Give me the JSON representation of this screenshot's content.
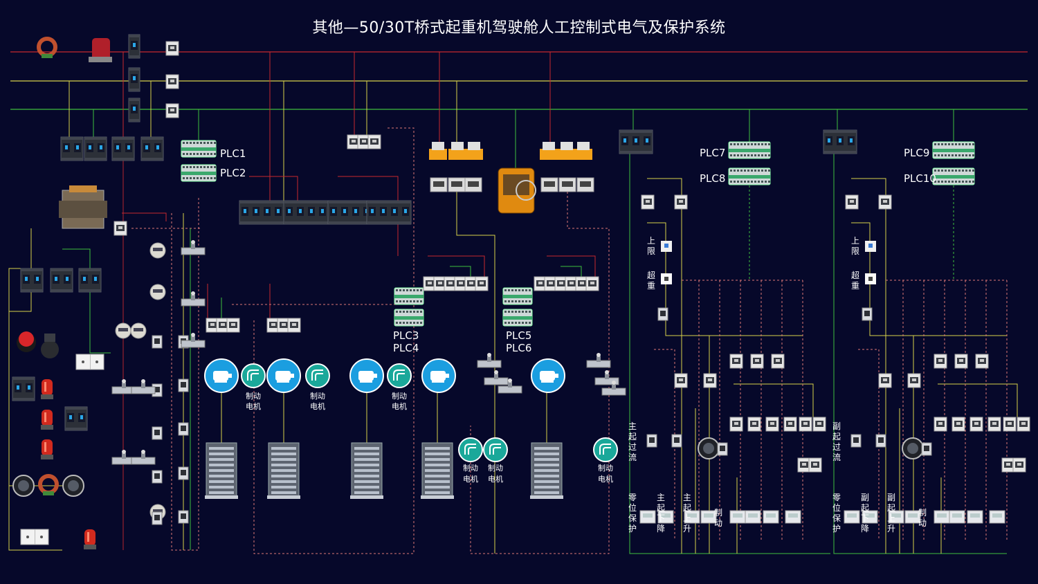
{
  "title": "其他—50/30T桥式起重机驾驶舱人工控制式电气及保护系统",
  "colors": {
    "background": "#06082a",
    "bus_red": "#c8282e",
    "bus_yellow": "#d8d24a",
    "bus_green": "#3fbf3f",
    "motor": "#1b9ee0",
    "brake": "#1aa89a"
  },
  "plc_labels": [
    "PLC1",
    "PLC2",
    "PLC3",
    "PLC4",
    "PLC5",
    "PLC6",
    "PLC7",
    "PLC8",
    "PLC9",
    "PLC10"
  ],
  "brake_label": [
    "制动",
    "电机"
  ],
  "main_hoist": {
    "upper_limit": [
      "上",
      "限"
    ],
    "overload": [
      "超",
      "重"
    ],
    "overcurrent": [
      "主",
      "起",
      "过",
      "流"
    ],
    "zero_protect": [
      "零",
      "位",
      "保",
      "护"
    ],
    "hoist_down": [
      "主",
      "起",
      "下",
      "降"
    ],
    "hoist_up": [
      "主",
      "起",
      "上",
      "升"
    ],
    "brake": [
      "制",
      "动"
    ]
  },
  "aux_hoist": {
    "upper_limit": [
      "上",
      "限"
    ],
    "overload": [
      "超",
      "重"
    ],
    "overcurrent": [
      "副",
      "起",
      "过",
      "流"
    ],
    "zero_protect": [
      "零",
      "位",
      "保",
      "护"
    ],
    "hoist_down": [
      "副",
      "起",
      "下",
      "降"
    ],
    "hoist_up": [
      "副",
      "起",
      "上",
      "升"
    ],
    "brake": [
      "制",
      "动"
    ]
  },
  "icons": [
    "current-transformer-icon",
    "voltage-transformer-icon",
    "circuit-breaker-icon",
    "contactor-icon",
    "plc-module-icon",
    "control-transformer-icon",
    "emergency-stop-icon",
    "alarm-lamp-icon",
    "socket-icon",
    "motor-icon",
    "brake-motor-icon",
    "resistor-bank-icon",
    "cam-controller-icon",
    "operator-cab-icon",
    "limit-switch-icon",
    "relay-icon",
    "meter-icon",
    "indicator-icon"
  ]
}
